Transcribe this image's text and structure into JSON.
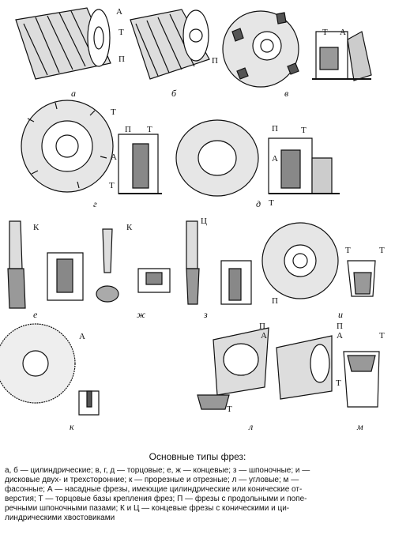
{
  "caption": {
    "title": "Основные типы фрез:",
    "lines": [
      "а, б — цилиндрические; в, г, д — торцовые; е, ж — концевые; з — шпоночные; и —",
      "дисковые двух- и трехсторонние; к — прорезные и отрезные; л — угловые; м —",
      "фасонные; А — насадные фрезы, имеющие цилиндрические или конические от-",
      "верстия; Т — торцовые базы крепления фрез; П — фрезы с продольными и попе-",
      "речными шпоночными пазами; К и Ц — концевые фрезы с коническими и ци-",
      "линдрическими хвостовиками"
    ]
  },
  "subfigures": {
    "a": "а",
    "b": "б",
    "v": "в",
    "g": "г",
    "d": "д",
    "e": "е",
    "zh": "ж",
    "z": "з",
    "i": "и",
    "k": "к",
    "l": "л",
    "m": "м"
  },
  "letters": {
    "A": "А",
    "T": "Т",
    "P": "П",
    "K": "К",
    "C": "Ц"
  }
}
